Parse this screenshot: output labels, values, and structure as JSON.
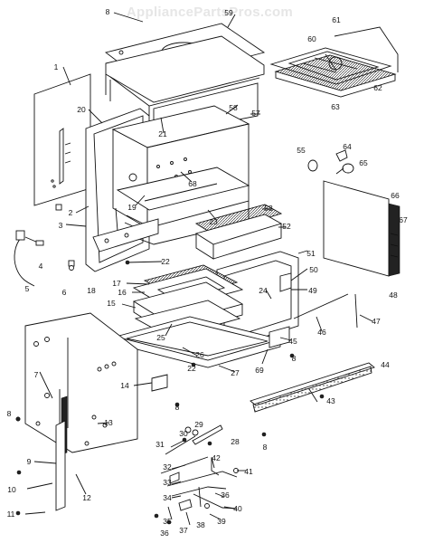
{
  "watermark": "AppliancePartsPros.com",
  "callouts": [
    "1",
    "2",
    "3",
    "4",
    "5",
    "6",
    "7",
    "8",
    "9",
    "10",
    "11",
    "12",
    "13",
    "14",
    "15",
    "16",
    "17",
    "18",
    "19",
    "20",
    "21",
    "22",
    "23",
    "24",
    "25",
    "26",
    "27",
    "28",
    "29",
    "30",
    "31",
    "32",
    "33",
    "34",
    "35",
    "36",
    "37",
    "38",
    "39",
    "40",
    "41",
    "42",
    "43",
    "44",
    "45",
    "46",
    "47",
    "48",
    "49",
    "50",
    "51",
    "52",
    "53",
    "55",
    "56",
    "57",
    "58",
    "59",
    "60",
    "61",
    "62",
    "63",
    "64",
    "65",
    "66",
    "67",
    "68",
    "69"
  ]
}
